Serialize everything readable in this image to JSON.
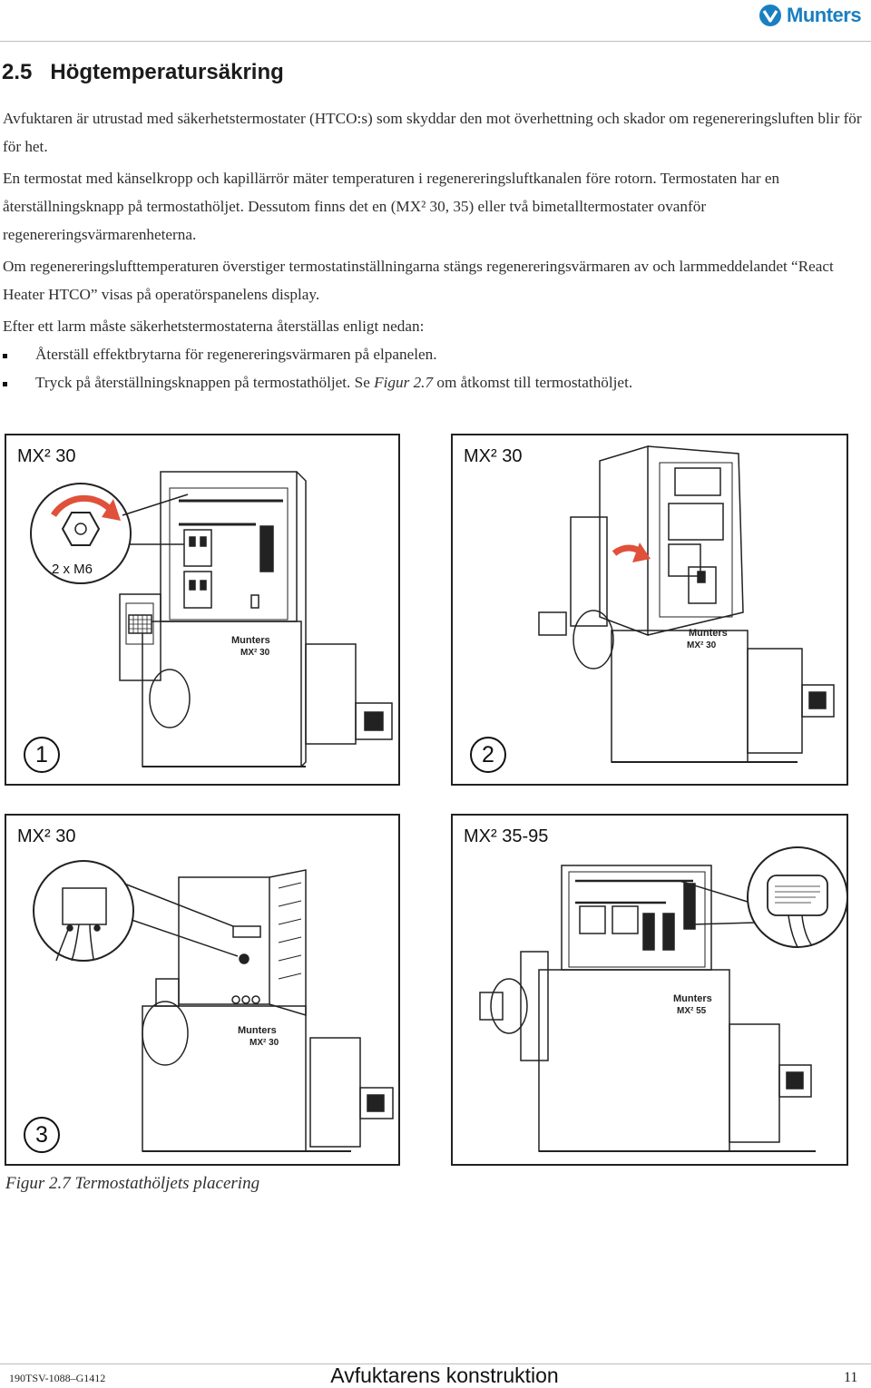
{
  "header": {
    "logo_text": "Munters"
  },
  "section": {
    "number": "2.5",
    "title": "Högtemperatursäkring"
  },
  "paragraphs": [
    "Avfuktaren är utrustad med säkerhetstermostater (HTCO:s) som skyddar den mot överhettning och skador om regenereringsluften blir för för het.",
    "En termostat med känselkropp och kapillärrör mäter temperaturen i regenereringsluftkanalen före rotorn. Termostaten har en återställningsknapp på termostathöljet. Dessutom finns det en (MX² 30, 35) eller två bimetalltermostater ovanför regenereringsvärmarenheterna.",
    "Om regenereringslufttemperaturen överstiger termostatinställningarna stängs regenereringsvärmaren av och larmmeddelandet “React Heater HTCO” visas på operatörspanelens display.",
    "Efter ett larm måste säkerhetstermostaterna återställas enligt nedan:"
  ],
  "bullets": [
    {
      "text": "Återställ effektbrytarna för regenereringsvärmaren på elpanelen."
    },
    {
      "pre": "Tryck på återställningsknappen på termostathöljet. Se ",
      "ref": "Figur 2.7",
      "post": " om åtkomst till termostathöljet."
    }
  ],
  "figure": {
    "panels": [
      {
        "label": "MX² 30",
        "step": "1",
        "callout": "2 x M6"
      },
      {
        "label": "MX² 30",
        "step": "2"
      },
      {
        "label": "MX² 30",
        "step": "3"
      },
      {
        "label": "MX² 35-95"
      }
    ],
    "unit_badges": [
      {
        "brand": "Munters",
        "model": "MX² 30"
      },
      {
        "brand": "Munters",
        "model": "MX² 30"
      },
      {
        "brand": "Munters",
        "model": "MX² 30"
      },
      {
        "brand": "Munters",
        "model": "MX² 55"
      }
    ],
    "caption": "Figur 2.7 Termostathöljets placering"
  },
  "footer": {
    "doc_id": "190TSV-1088–G1412",
    "chapter": "Avfuktarens konstruktion",
    "page": "11"
  },
  "colors": {
    "brand": "#1a7fc1",
    "arrow": "#e0503a",
    "text": "#2f2f2f"
  }
}
